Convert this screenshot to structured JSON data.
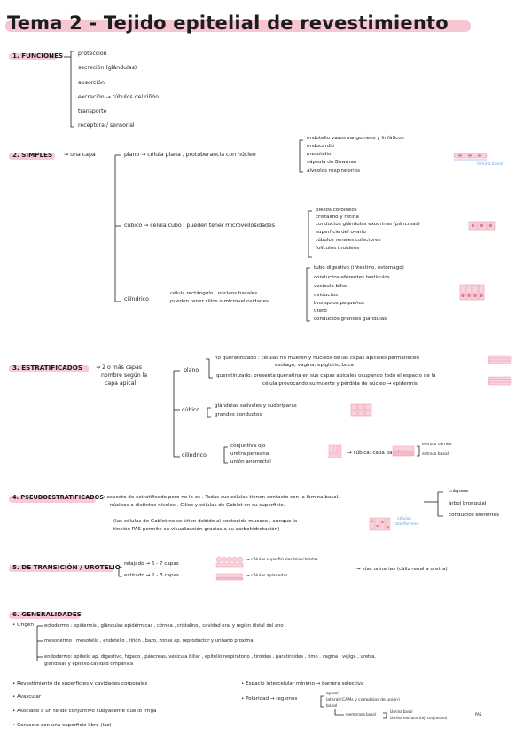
{
  "title": "Tema 2 - Tejido epitelial de revestimiento",
  "colors": {
    "highlight": "#f7c6d3",
    "ink": "#1d1d1d",
    "blue_note": "#6a9fd8",
    "cell_pink": "#f2a7b8"
  },
  "funciones": {
    "heading": "1. FUNCIONES",
    "items": [
      "protección",
      "secreción (glándulas)",
      "absorción",
      "excreción → túbulos del riñón",
      "transporte",
      "receptora / sensorial"
    ]
  },
  "simples": {
    "heading": "2. SIMPLES",
    "intro": "→ una capa",
    "plano": {
      "label": "plano → célula plana , protuberancia con núcleo",
      "items": [
        "endotelio vasos sanguíneos y linfáticos",
        "endocardio",
        "mesotelio",
        "cápsula de Bowman",
        "alveolos respiratorios"
      ],
      "note": "lámina basal"
    },
    "cubico": {
      "label": "cúbico → célula cubo , pueden tener microvellosidades",
      "items": [
        "plexos coroideos",
        "cristalino y retina",
        "conductos glándulas exocrinas (páncreas)",
        "superficie del ovario",
        "túbulos renales colectores",
        "folículos tiroideos"
      ]
    },
    "cilindrico": {
      "label": "cilíndrico",
      "desc1": "célula rectángulo , núcleos basales",
      "desc2": "pueden tener cilios o microvellosidades",
      "items": [
        "tubo digestivo (intestino, estómago)",
        "conductos eferentes testículos",
        "vesícula biliar",
        "oviductos",
        "bronquios pequeños",
        "útero",
        "conductos grandes glándulas"
      ]
    }
  },
  "estratificados": {
    "heading": "3. ESTRATIFICADOS",
    "intro1": "→ 2 o más capas",
    "intro2": "nombre según la",
    "intro3": "capa apical",
    "plano": {
      "label": "plano",
      "noq1": "no queratinizado : células no mueren y núcleos de las capas apicales permanecen",
      "noq2": "esófago, vagina, epiglotis, boca",
      "q1": "queratinizado: presenta queratina en sus capas apicales ocupando todo el espacio de la",
      "q2": "célula provocando su muerte y pérdida de núcleo → epidermis"
    },
    "cubico": {
      "label": "cúbico",
      "items": [
        "glándulas salivales y sudoríparas",
        "grandes conductos"
      ]
    },
    "cilindrico": {
      "label": "cilíndrico",
      "items": [
        "conjuntiva ojo",
        "uretra peneana",
        "unión anorrectal"
      ],
      "capa": "→ cúbica: capa basal",
      "estrato1": "estrato córneo",
      "estrato2": "estrato basal"
    }
  },
  "pseudo": {
    "heading": "4. PSEUDOESTRATIFICADOS",
    "l1": "→ aspecto de estratificado pero no lo es . Todas sus células tienen contacto con la lámina basal.",
    "l2": "núcleos a distintos niveles . Cilios y células de Goblet en su superficie.",
    "l3": "(las células de Goblet no se tiñen debido al contenido mucoso , aunque la",
    "l4": "tinción PAS permite su visualización gracias a su carbohidratación)",
    "items": [
      "tráquea",
      "árbol bronquial",
      "conductos eferentes"
    ],
    "note1": "células",
    "note2": "caliciformes"
  },
  "transicion": {
    "heading": "5. DE TRANSICIÓN / UROTELIO",
    "relajado": "relajado → 6 - 7 capas",
    "estirado": "estirado → 2 - 3 capas",
    "c1": "→ células superficiales binucleadas",
    "c2": "→ células aplanadas",
    "vias": "→ vías urinarias (cáliz renal a uretra)"
  },
  "generalidades": {
    "heading": "6. GENERALIDADES",
    "origen": "• Origen",
    "ecto": "ectodermo : epidermis , glándulas epidérmicas , córnea , cristalino , cavidad oral y región distal del ano",
    "meso": "mesodermo : mesotelio , endotelio , riñón , bazo, zonas ap. reproductor y urinario proximal",
    "endo1": "endodermo: epitelio ap. digestivo, hígado , páncreas, vesícula biliar , epitelio respiratorio , tiroides , paratiroides , timo , vagina , vejiga , uretra,",
    "endo2": "glándulas y epitelio cavidad timpánica",
    "left": [
      "• Revestimiento de superficies y cavidades corporales",
      "• Avascular",
      "• Asociado a un tejido conjuntivo subyacente que lo irriga",
      "• Contacto con una superficie libre (luz)"
    ],
    "espacio": "• Espacio intercelular mínimo → barrera selectiva",
    "polaridad": "• Polaridad → regiones",
    "regiones": [
      "apical",
      "lateral (CAMs y complejos de unión)",
      "basal"
    ],
    "membrana": "membrana basal",
    "lamina_basal": "lámina basal",
    "lamina_reticular": "lámina reticular (tej. conjuntivo)",
    "pas": "PAS"
  }
}
